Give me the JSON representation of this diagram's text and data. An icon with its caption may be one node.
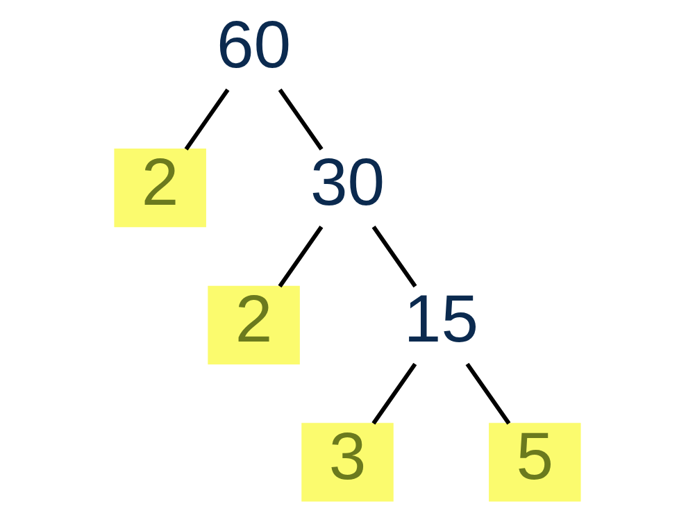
{
  "diagram": {
    "nodes": [
      {
        "text": [
          "60"
        ]
      },
      {
        "text": [
          "2"
        ]
      },
      {
        "text": [
          "30"
        ]
      },
      {
        "text": [
          "2"
        ]
      },
      {
        "text": [
          "15"
        ]
      },
      {
        "text": [
          "3"
        ]
      },
      {
        "text": [
          "5"
        ]
      }
    ],
    "edges": [
      {
        "from": 0,
        "to": 1,
        "arrow": "none"
      },
      {
        "from": 0,
        "to": 2,
        "arrow": "none"
      },
      {
        "from": 2,
        "to": 3,
        "arrow": "none"
      },
      {
        "from": 2,
        "to": 4,
        "arrow": "none"
      },
      {
        "from": 4,
        "to": 5,
        "arrow": "none"
      },
      {
        "from": 4,
        "to": 6,
        "arrow": "none"
      }
    ]
  }
}
